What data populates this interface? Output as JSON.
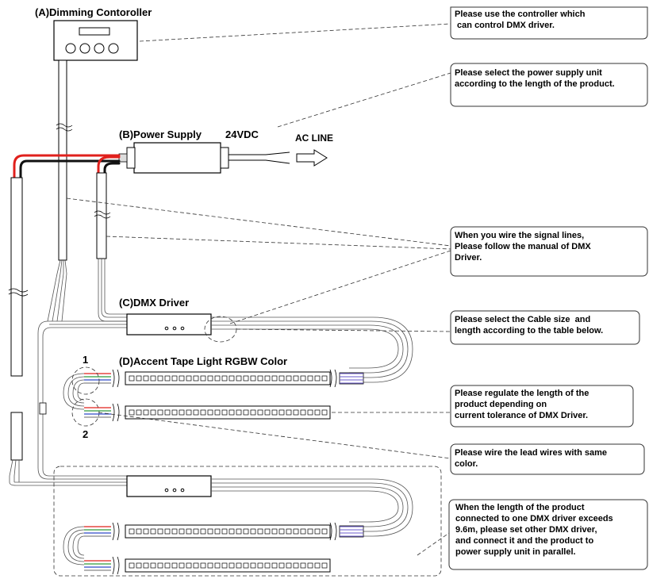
{
  "labels": {
    "controller": "(A)Dimming Contoroller",
    "power_supply": "(B)Power Supply",
    "voltage": "24VDC",
    "ac_line": "AC LINE",
    "dmx_driver": "(C)DMX Driver",
    "tape_light": "(D)Accent Tape Light RGBW Color",
    "marker_1": "1",
    "marker_2": "2"
  },
  "notes": [
    {
      "lines": [
        "Please use the controller which",
        " can control DMX driver."
      ]
    },
    {
      "lines": [
        "Please select the power supply unit",
        "according to the length of the product."
      ]
    },
    {
      "lines": [
        "When you wire the signal lines,",
        "Please follow the manual of DMX",
        "Driver."
      ]
    },
    {
      "lines": [
        "Please select the Cable size  and",
        "length according to the table below."
      ]
    },
    {
      "lines": [
        "Please regulate the length of the",
        "product depending on",
        "current tolerance of DMX Driver."
      ]
    },
    {
      "lines": [
        "Please wire the lead wires with same",
        "color."
      ]
    },
    {
      "lines": [
        "When the length of the product",
        "connected to one DMX driver exceeds",
        "9.6m, please set other DMX driver,",
        "and connect it and the product to",
        "power supply unit in parallel."
      ]
    }
  ],
  "colors": {
    "positive_wire": "#e0201c",
    "negative_wire": "#111111",
    "signal_wire": "#8a8a8a",
    "rgbw": [
      "#e0201c",
      "#2d9b3a",
      "#2e49c8",
      "#888888"
    ]
  }
}
